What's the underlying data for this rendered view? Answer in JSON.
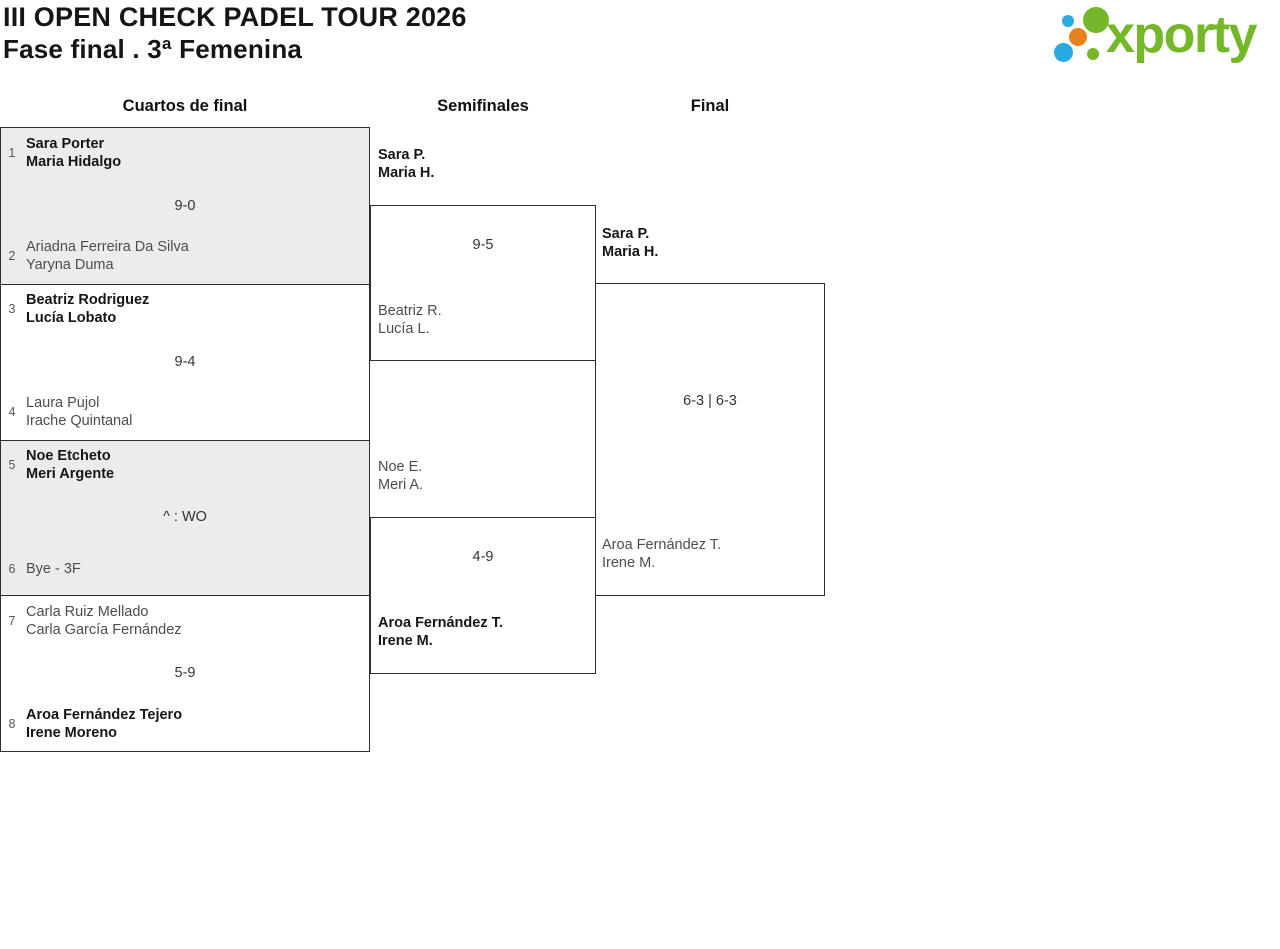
{
  "header": {
    "title": "III OPEN CHECK PADEL TOUR 2026",
    "subtitle": "Fase final . 3ª Femenina"
  },
  "logo": {
    "text": "xporty",
    "green": "#74b829",
    "blue": "#29abe2",
    "orange": "#e8821c"
  },
  "round_headers": {
    "quarterfinals": "Cuartos de final",
    "semifinals": "Semifinales",
    "final": "Final"
  },
  "colors": {
    "winner_text": "#161616",
    "loser_text": "#4d4d4d",
    "border": "#2e2e2e",
    "shaded_box_bg": "#ececec"
  },
  "quarterfinals": [
    {
      "seed_top": "1",
      "top_line1": "Sara Porter",
      "top_line2": "Maria Hidalgo",
      "score": "9-0",
      "seed_bottom": "2",
      "bottom_line1": "Ariadna Ferreira Da Silva",
      "bottom_line2": "Yaryna Duma"
    },
    {
      "seed_top": "3",
      "top_line1": "Beatriz Rodriguez",
      "top_line2": "Lucía Lobato",
      "score": "9-4",
      "seed_bottom": "4",
      "bottom_line1": "Laura Pujol",
      "bottom_line2": "Irache Quintanal"
    },
    {
      "seed_top": "5",
      "top_line1": "Noe Etcheto",
      "top_line2": "Meri Argente",
      "score": "^ : WO",
      "seed_bottom": "6",
      "bottom_line1": "Bye - 3F",
      "bottom_line2": ""
    },
    {
      "seed_top": "7",
      "top_line1": "Carla Ruiz Mellado",
      "top_line2": "Carla García Fernández",
      "score": "5-9",
      "seed_bottom": "8",
      "bottom_line1": "Aroa Fernández Tejero",
      "bottom_line2": "Irene Moreno"
    }
  ],
  "semifinals": [
    {
      "top_line1": "Sara P.",
      "top_line2": "Maria H.",
      "score": "9-5",
      "bottom_line1": "Beatriz R.",
      "bottom_line2": "Lucía L."
    },
    {
      "top_line1": "Noe E.",
      "top_line2": "Meri A.",
      "score": "4-9",
      "bottom_line1": "Aroa Fernández T.",
      "bottom_line2": "Irene M."
    }
  ],
  "final": {
    "top_line1": "Sara P.",
    "top_line2": "Maria H.",
    "score": "6-3 | 6-3",
    "bottom_line1": "Aroa Fernández T.",
    "bottom_line2": "Irene M."
  }
}
